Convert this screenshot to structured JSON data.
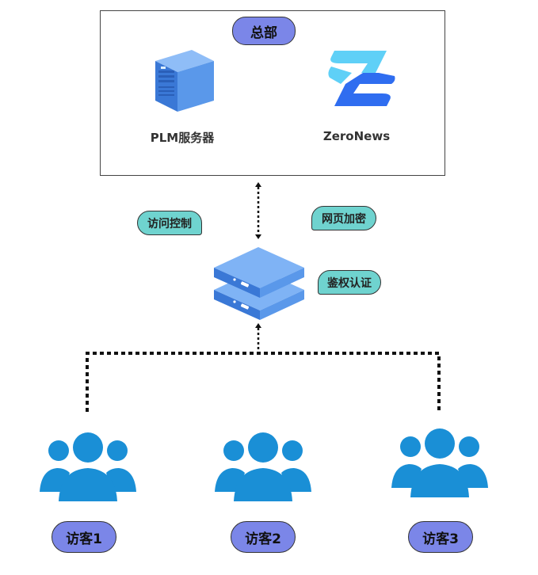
{
  "hq": {
    "title": "总部"
  },
  "nodes": {
    "plm_server": {
      "label": "PLM服务器",
      "icon": "server-tower-icon"
    },
    "zeronews": {
      "label": "ZeroNews",
      "icon": "zeronews-logo-icon"
    },
    "gateway": {
      "icon": "server-stack-icon"
    }
  },
  "tags": {
    "access_control": "访问控制",
    "web_encryption": "网页加密",
    "auth": "鉴权认证"
  },
  "visitors": [
    {
      "label": "访客1",
      "icon": "user-group-icon"
    },
    {
      "label": "访客2",
      "icon": "user-group-icon"
    },
    {
      "label": "访客3",
      "icon": "user-group-icon"
    }
  ],
  "colors": {
    "pill": "#7b86e8",
    "tag": "#6fd3cf",
    "people": "#1a8fd6",
    "server_blue": "#4f8ee6",
    "zeronews_light": "#5fd0f7",
    "zeronews_dark": "#2f6df0"
  }
}
